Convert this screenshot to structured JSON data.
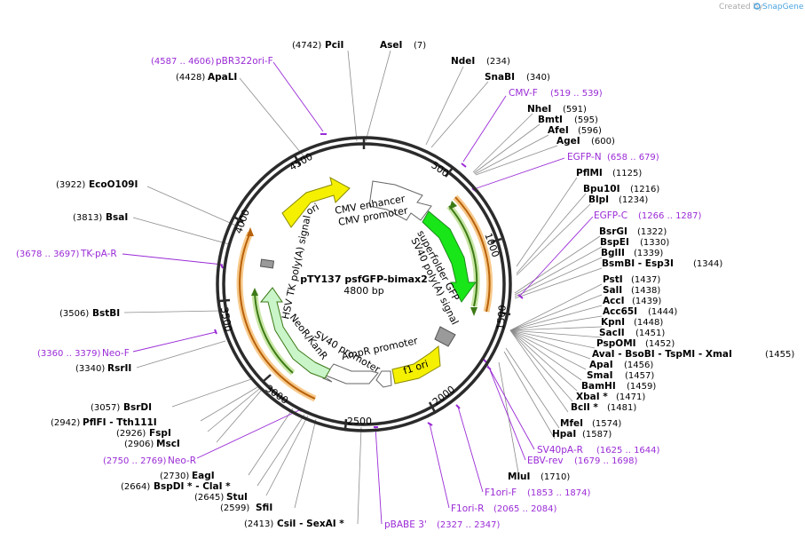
{
  "credit": {
    "prefix": "Created by",
    "brand": "SnapGene"
  },
  "plasmid": {
    "name": "pTY137 psfGFP-bimax2",
    "length": "4800 bp"
  },
  "ticks": [
    "500",
    "1000",
    "1500",
    "2000",
    "2500",
    "3000",
    "3500",
    "4000",
    "4500"
  ],
  "features": {
    "cmv_enhancer": "CMV enhancer",
    "cmv_promoter": "CMV promoter",
    "sfgfp": "superfolder GFP",
    "sv40_polya": "SV40 poly(A) signal",
    "f1_ori": "f1 ori",
    "ampr_promoter": "AmpR promoter",
    "sv40_promoter": "SV40 promoter",
    "neor": "NeoR/KanR",
    "hsv_tk": "HSV TK poly(A) signal",
    "ori": "ori"
  },
  "enzymes": [
    {
      "name": "PciI",
      "coord": "(4742)"
    },
    {
      "name": "AseI",
      "coord": "(7)"
    },
    {
      "name": "NdeI",
      "coord": "(234)"
    },
    {
      "name": "SnaBI",
      "coord": "(340)"
    },
    {
      "name": "NheI",
      "coord": "(591)"
    },
    {
      "name": "BmtI",
      "coord": "(595)"
    },
    {
      "name": "AfeI",
      "coord": "(596)"
    },
    {
      "name": "AgeI",
      "coord": "(600)"
    },
    {
      "name": "PflMI",
      "coord": "(1125)"
    },
    {
      "name": "Bpu10I",
      "coord": "(1216)"
    },
    {
      "name": "BlpI",
      "coord": "(1234)"
    },
    {
      "name": "BsrGI",
      "coord": "(1322)"
    },
    {
      "name": "BspEI",
      "coord": "(1330)"
    },
    {
      "name": "BglII",
      "coord": "(1339)"
    },
    {
      "name": "BsmBI - Esp3I",
      "coord": "(1344)"
    },
    {
      "name": "PstI",
      "coord": "(1437)"
    },
    {
      "name": "SalI",
      "coord": "(1438)"
    },
    {
      "name": "AccI",
      "coord": "(1439)"
    },
    {
      "name": "Acc65I",
      "coord": "(1444)"
    },
    {
      "name": "KpnI",
      "coord": "(1448)"
    },
    {
      "name": "SacII",
      "coord": "(1451)"
    },
    {
      "name": "PspOMI",
      "coord": "(1452)"
    },
    {
      "name": "AvaI - BsoBI - TspMI - XmaI",
      "coord": "(1455)"
    },
    {
      "name": "ApaI",
      "coord": "(1456)"
    },
    {
      "name": "SmaI",
      "coord": "(1457)"
    },
    {
      "name": "BamHI",
      "coord": "(1459)"
    },
    {
      "name": "XbaI *",
      "coord": "(1471)"
    },
    {
      "name": "BclI *",
      "coord": "(1481)"
    },
    {
      "name": "MfeI",
      "coord": "(1574)"
    },
    {
      "name": "HpaI",
      "coord": "(1587)"
    },
    {
      "name": "MluI",
      "coord": "(1710)"
    },
    {
      "name": "CsiI - SexAI *",
      "coord": "(2413)"
    },
    {
      "name": "SfiI",
      "coord": "(2599)"
    },
    {
      "name": "StuI",
      "coord": "(2645)"
    },
    {
      "name": "BspDI * - ClaI *",
      "coord": "(2664)"
    },
    {
      "name": "EagI",
      "coord": "(2730)"
    },
    {
      "name": "MscI",
      "coord": "(2906)"
    },
    {
      "name": "FspI",
      "coord": "(2926)"
    },
    {
      "name": "PflFI - Tth111I",
      "coord": "(2942)"
    },
    {
      "name": "BsrDI",
      "coord": "(3057)"
    },
    {
      "name": "RsrII",
      "coord": "(3340)"
    },
    {
      "name": "BstBI",
      "coord": "(3506)"
    },
    {
      "name": "BsaI",
      "coord": "(3813)"
    },
    {
      "name": "EcoO109I",
      "coord": "(3922)"
    },
    {
      "name": "ApaLI",
      "coord": "(4428)"
    }
  ],
  "primers": [
    {
      "name": "pBR322ori-F",
      "coord": "(4587 .. 4606)"
    },
    {
      "name": "CMV-F",
      "coord": "(519 .. 539)"
    },
    {
      "name": "EGFP-N",
      "coord": "(658 .. 679)"
    },
    {
      "name": "EGFP-C",
      "coord": "(1266 .. 1287)"
    },
    {
      "name": "TK-pA-R",
      "coord": "(3678 .. 3697)"
    },
    {
      "name": "Neo-F",
      "coord": "(3360 .. 3379)"
    },
    {
      "name": "Neo-R",
      "coord": "(2750 .. 2769)"
    },
    {
      "name": "SV40pA-R",
      "coord": "(1625 .. 1644)"
    },
    {
      "name": "EBV-rev",
      "coord": "(1679 .. 1698)"
    },
    {
      "name": "F1ori-F",
      "coord": "(1853 .. 1874)"
    },
    {
      "name": "F1ori-R",
      "coord": "(2065 .. 2084)"
    },
    {
      "name": "pBABE 3'",
      "coord": "(2327 .. 2347)"
    }
  ]
}
